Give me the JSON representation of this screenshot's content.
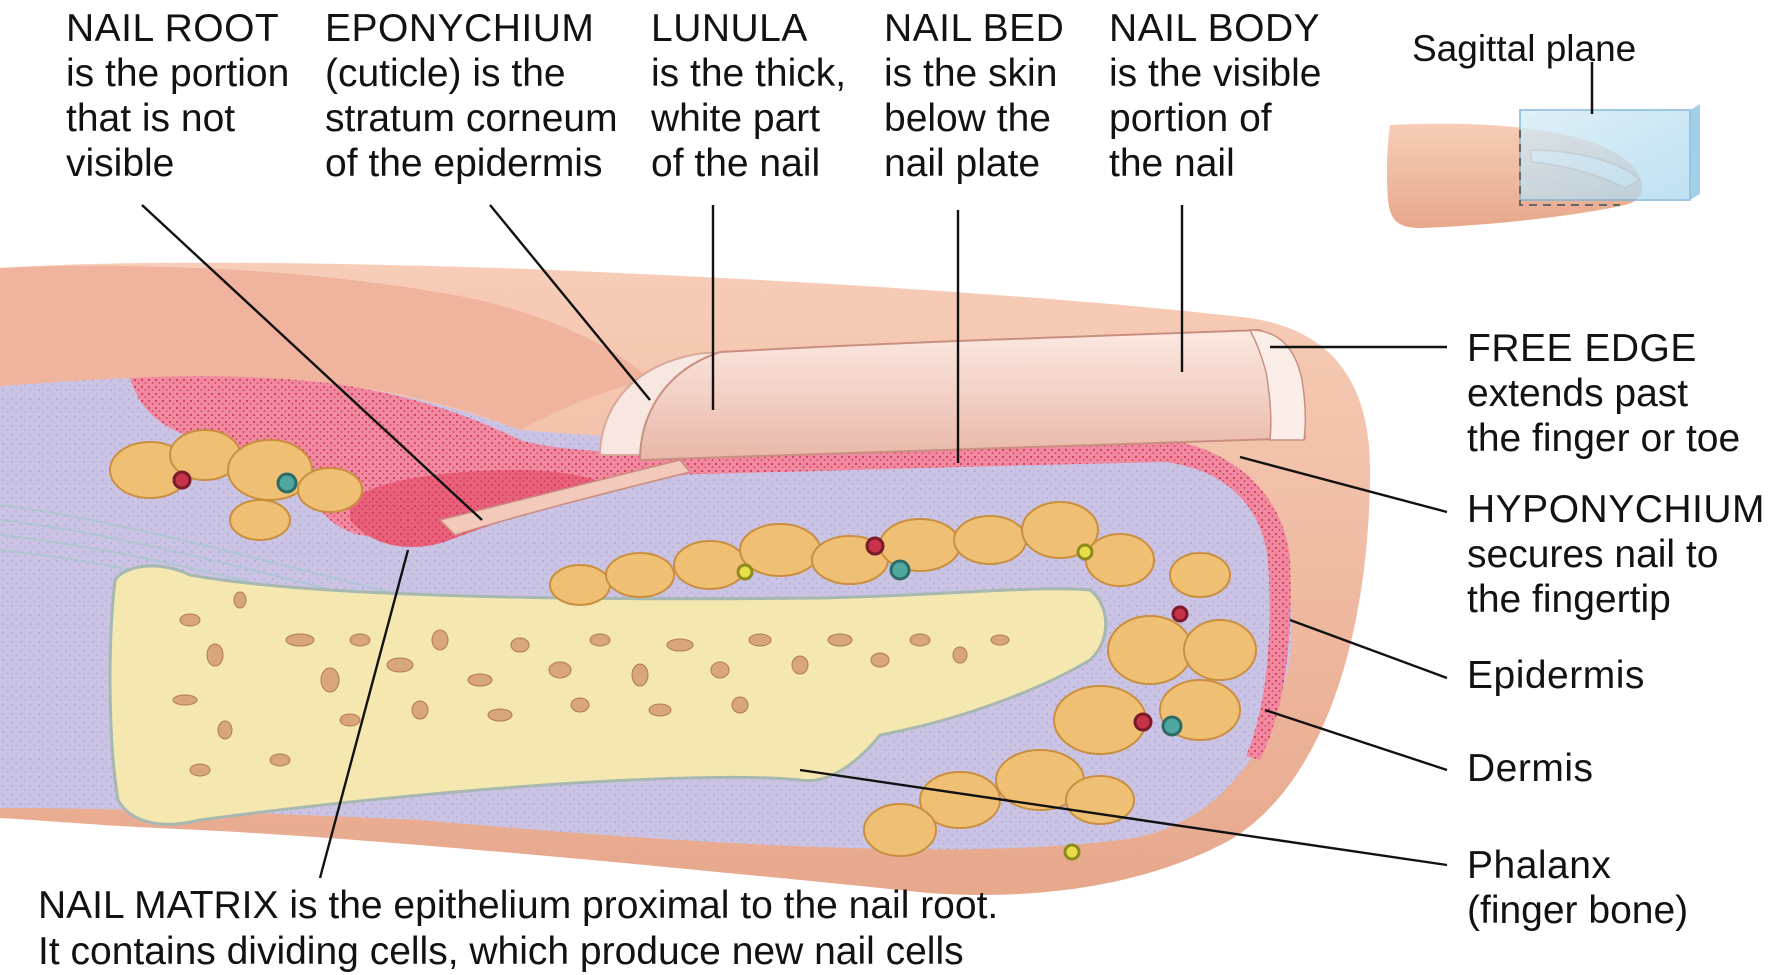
{
  "top_labels": [
    {
      "title": "NAIL ROOT",
      "desc": [
        "is the portion",
        "that is not",
        "visible"
      ]
    },
    {
      "title": "EPONYCHIUM",
      "desc": [
        "(cuticle) is the",
        "stratum corneum",
        "of the epidermis"
      ]
    },
    {
      "title": "LUNULA",
      "desc": [
        "is the thick,",
        "white part",
        "of the nail"
      ]
    },
    {
      "title": "NAIL BED",
      "desc": [
        "is the skin",
        "below the",
        "nail plate"
      ]
    },
    {
      "title": "NAIL BODY",
      "desc": [
        "is the visible",
        "portion of",
        "the nail"
      ]
    }
  ],
  "inset": {
    "label": "Sagittal plane"
  },
  "right_labels": [
    {
      "title": "FREE EDGE",
      "desc": [
        "extends past",
        "the finger or toe"
      ]
    },
    {
      "title": "HYPONYCHIUM",
      "desc": [
        "secures nail to",
        "the fingertip"
      ]
    },
    {
      "title": "Epidermis",
      "desc": []
    },
    {
      "title": "Dermis",
      "desc": []
    },
    {
      "title": "Phalanx",
      "desc": [
        "(finger bone)"
      ]
    }
  ],
  "bottom_label": {
    "title": "NAIL MATRIX",
    "line1_rest": " is the epithelium proximal to the nail root.",
    "line2": "It contains dividing cells, which produce new nail cells"
  },
  "colors": {
    "skin": "#f2bfa8",
    "nail": "#f6ded6",
    "epidermis": "#e9607a",
    "dermis": "#cbc3e4",
    "fat": "#efc074",
    "bone": "#f4e8b0",
    "leader": "#111111"
  }
}
